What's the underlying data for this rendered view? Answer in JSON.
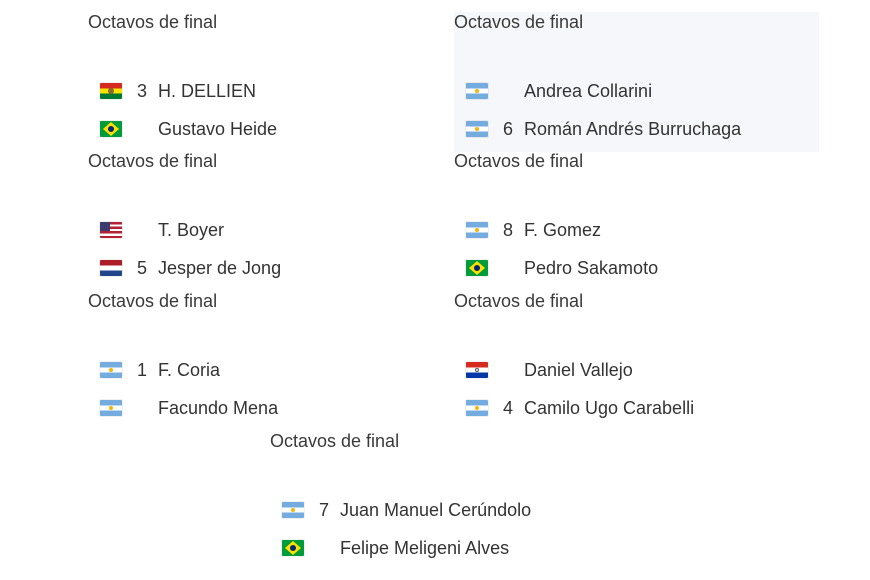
{
  "matches": [
    {
      "round": "Octavos de final",
      "p1": {
        "flag": "bolivia-flag-icon",
        "seed": "3",
        "name": "H. DELLIEN"
      },
      "p2": {
        "flag": "brazil-flag-icon",
        "seed": "",
        "name": "Gustavo Heide"
      }
    },
    {
      "round": "Octavos de final",
      "p1": {
        "flag": "argentina-flag-icon",
        "seed": "",
        "name": "Andrea Collarini"
      },
      "p2": {
        "flag": "argentina-flag-icon",
        "seed": "6",
        "name": "Román Andrés Burruchaga"
      }
    },
    {
      "round": "Octavos de final",
      "p1": {
        "flag": "usa-flag-icon",
        "seed": "",
        "name": "T. Boyer"
      },
      "p2": {
        "flag": "netherlands-flag-icon",
        "seed": "5",
        "name": "Jesper de Jong"
      }
    },
    {
      "round": "Octavos de final",
      "p1": {
        "flag": "argentina-flag-icon",
        "seed": "8",
        "name": "F. Gomez"
      },
      "p2": {
        "flag": "brazil-flag-icon",
        "seed": "",
        "name": "Pedro Sakamoto"
      }
    },
    {
      "round": "Octavos de final",
      "p1": {
        "flag": "argentina-flag-icon",
        "seed": "1",
        "name": "F. Coria"
      },
      "p2": {
        "flag": "argentina-flag-icon",
        "seed": "",
        "name": "Facundo Mena"
      }
    },
    {
      "round": "Octavos de final",
      "p1": {
        "flag": "paraguay-flag-icon",
        "seed": "",
        "name": "Daniel Vallejo"
      },
      "p2": {
        "flag": "argentina-flag-icon",
        "seed": "4",
        "name": "Camilo Ugo Carabelli"
      }
    },
    {
      "round": "Octavos de final",
      "p1": {
        "flag": "argentina-flag-icon",
        "seed": "7",
        "name": "Juan Manuel Cerúndolo"
      },
      "p2": {
        "flag": "brazil-flag-icon",
        "seed": "",
        "name": "Felipe Meligeni Alves"
      }
    }
  ]
}
